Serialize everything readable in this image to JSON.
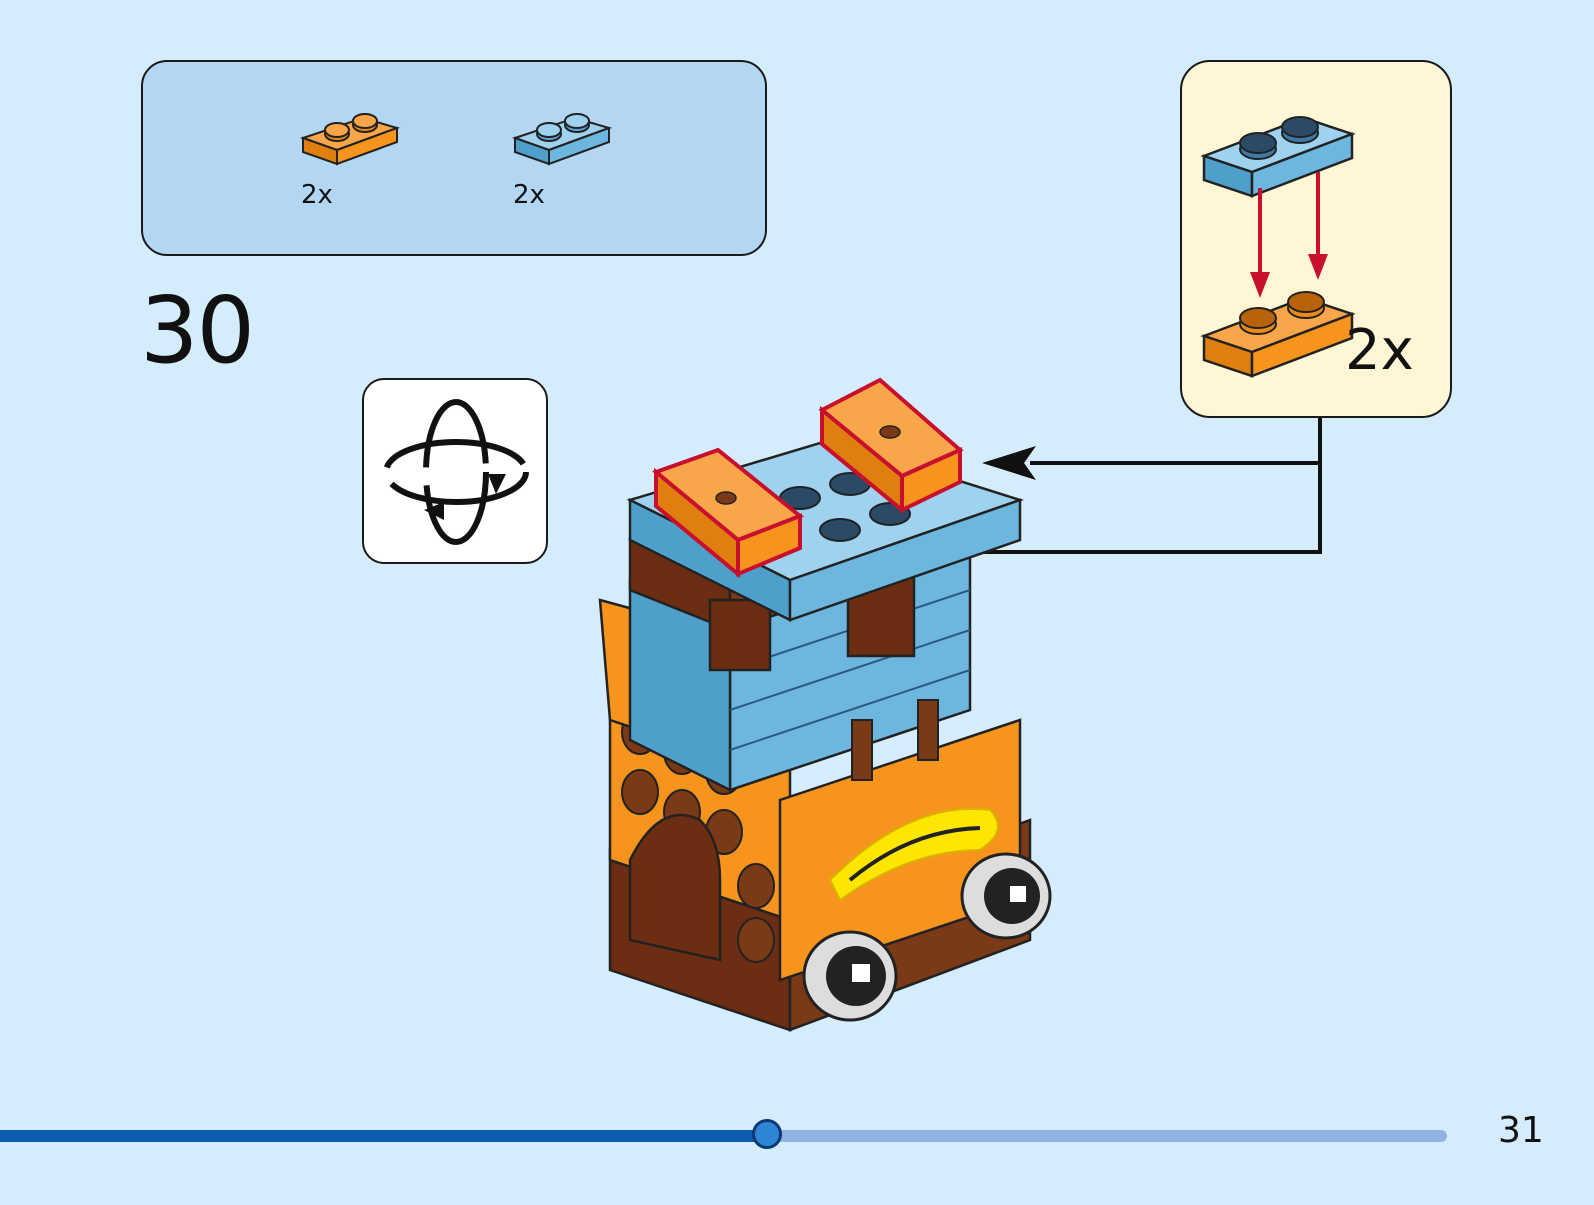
{
  "parts_list": {
    "items": [
      {
        "icon": "orange-plate-1x2-icon",
        "color": "#f7941d",
        "count": "2x"
      },
      {
        "icon": "light-blue-plate-1x2-icon",
        "color": "#6db7de",
        "count": "2x"
      }
    ]
  },
  "step": {
    "number": "30"
  },
  "rotate_hint": {
    "icon": "rotate-model-icon"
  },
  "sub_assembly": {
    "count": "2x",
    "icon": "stack-blue-on-orange-plate-icon"
  },
  "colors": {
    "background": "#d4ecfc",
    "orange": "#f7941d",
    "light_blue": "#6db7de",
    "brown": "#7a3a18",
    "callout_red": "#c8102e"
  },
  "progress": {
    "fraction": 0.53
  },
  "page": {
    "number": "31"
  }
}
